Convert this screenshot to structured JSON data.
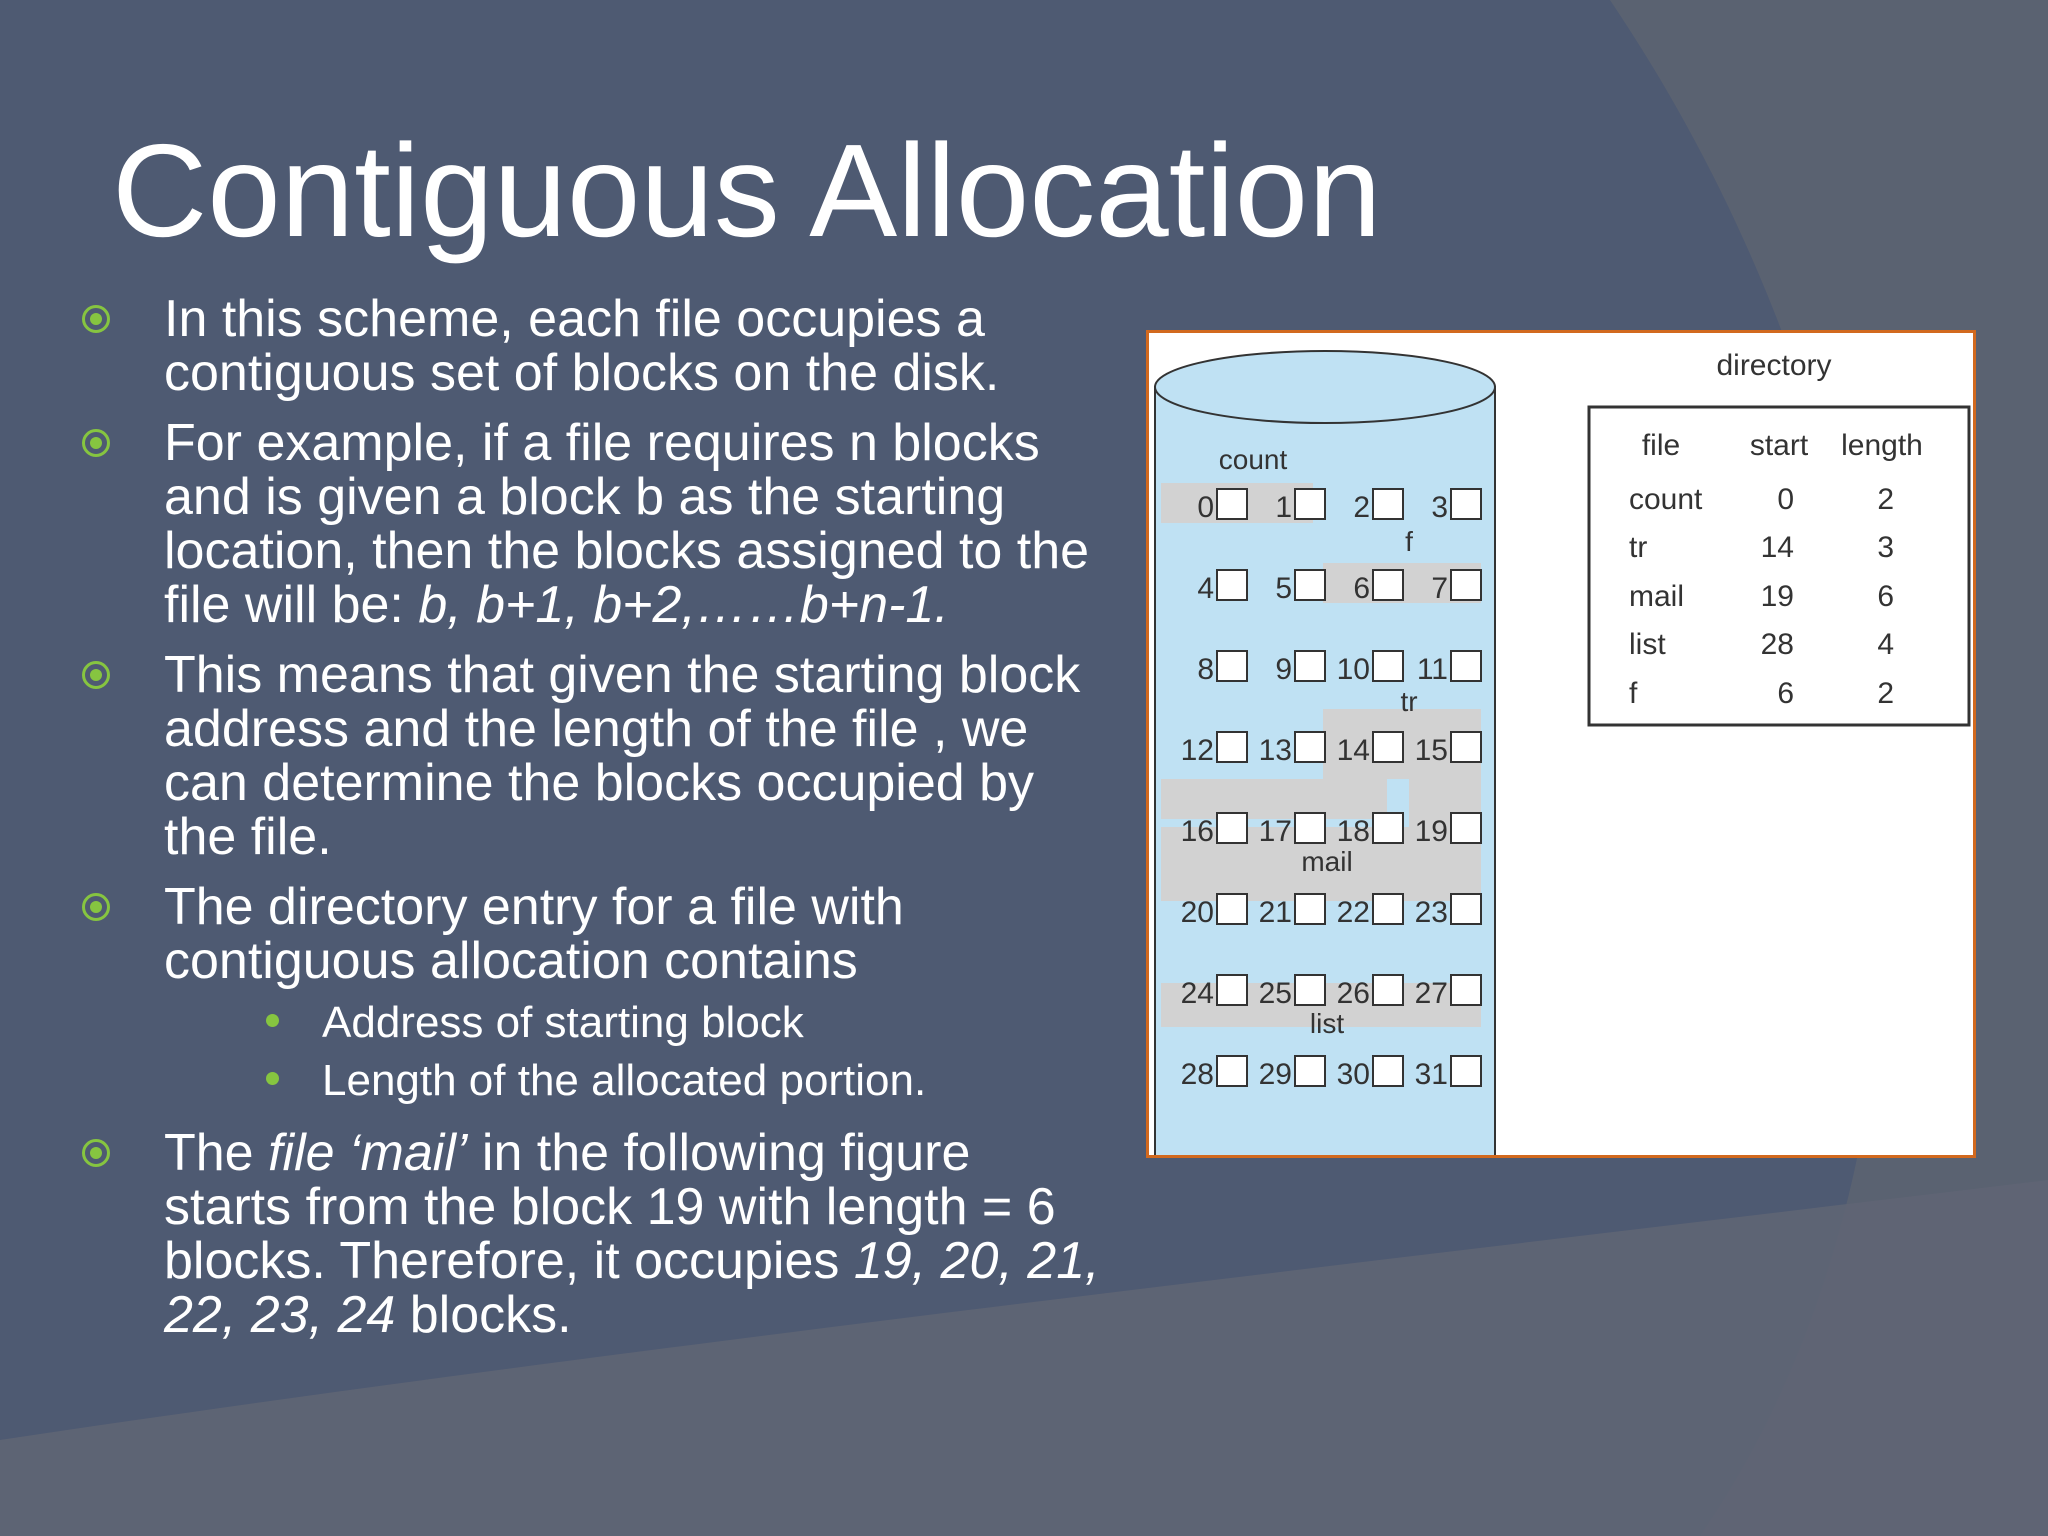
{
  "slide": {
    "title": "Contiguous Allocation",
    "bullets": [
      {
        "segments": [
          {
            "text": "In this scheme, each file occupies a contiguous set of blocks on the disk.",
            "italic": false
          }
        ]
      },
      {
        "segments": [
          {
            "text": "For example, if a file requires n blocks and is given a block b as the starting location, then the blocks assigned to the file will be: ",
            "italic": false
          },
          {
            "text": "b, b+1, b+2,……b+n-1.",
            "italic": true
          }
        ]
      },
      {
        "segments": [
          {
            "text": "This means that given the starting block address and the length of the file , we can determine the blocks occupied by the file.",
            "italic": false
          }
        ]
      },
      {
        "segments": [
          {
            "text": "The directory entry for a file with contiguous allocation contains",
            "italic": false
          }
        ],
        "subitems": [
          "Address of starting block",
          "Length of the allocated portion."
        ]
      },
      {
        "segments": [
          {
            "text": "The ",
            "italic": false
          },
          {
            "text": "file ‘mail’",
            "italic": true
          },
          {
            "text": " in the following figure starts from the block 19 with length = 6 blocks. Therefore, it occupies ",
            "italic": false
          },
          {
            "text": "19, 20, 21, 22, 23, 24",
            "italic": true
          },
          {
            "text": " blocks.",
            "italic": false
          }
        ]
      }
    ]
  },
  "figure": {
    "directory_label": "directory",
    "headers": [
      "file",
      "start",
      "length"
    ],
    "rows": [
      [
        "count",
        "0",
        "2"
      ],
      [
        "tr",
        "14",
        "3"
      ],
      [
        "mail",
        "19",
        "6"
      ],
      [
        "list",
        "28",
        "4"
      ],
      [
        "f",
        "6",
        "2"
      ]
    ],
    "blocks": [
      "0",
      "1",
      "2",
      "3",
      "4",
      "5",
      "6",
      "7",
      "8",
      "9",
      "10",
      "11",
      "12",
      "13",
      "14",
      "15",
      "16",
      "17",
      "18",
      "19",
      "20",
      "21",
      "22",
      "23",
      "24",
      "25",
      "26",
      "27",
      "28",
      "29",
      "30",
      "31"
    ],
    "file_labels": [
      "count",
      "f",
      "tr",
      "mail",
      "list"
    ]
  },
  "colors": {
    "background": "#4e5a72",
    "accent": "#86c540",
    "disk_fill": "#bfe1f3",
    "highlight": "#d2d2d2",
    "figure_border": "#d2691e"
  }
}
